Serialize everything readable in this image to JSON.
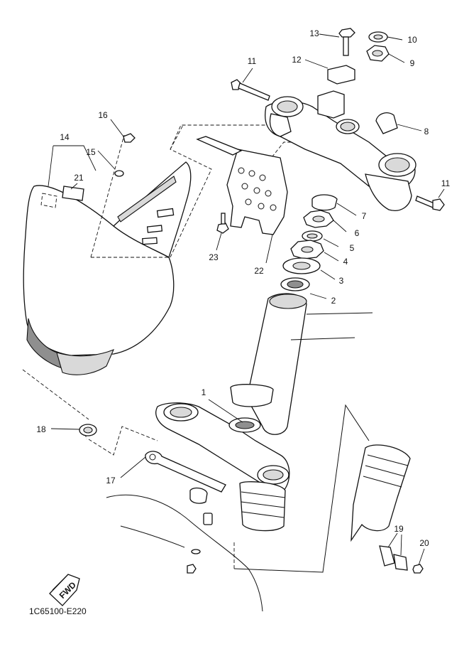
{
  "callouts": [
    "1",
    "2",
    "3",
    "4",
    "5",
    "6",
    "7",
    "8",
    "9",
    "10",
    "11",
    "12",
    "13",
    "14",
    "15",
    "16",
    "17",
    "18",
    "19",
    "20",
    "21",
    "22",
    "23"
  ],
  "diagram_code": "1C65100-E220",
  "fwd_label": "FWD"
}
